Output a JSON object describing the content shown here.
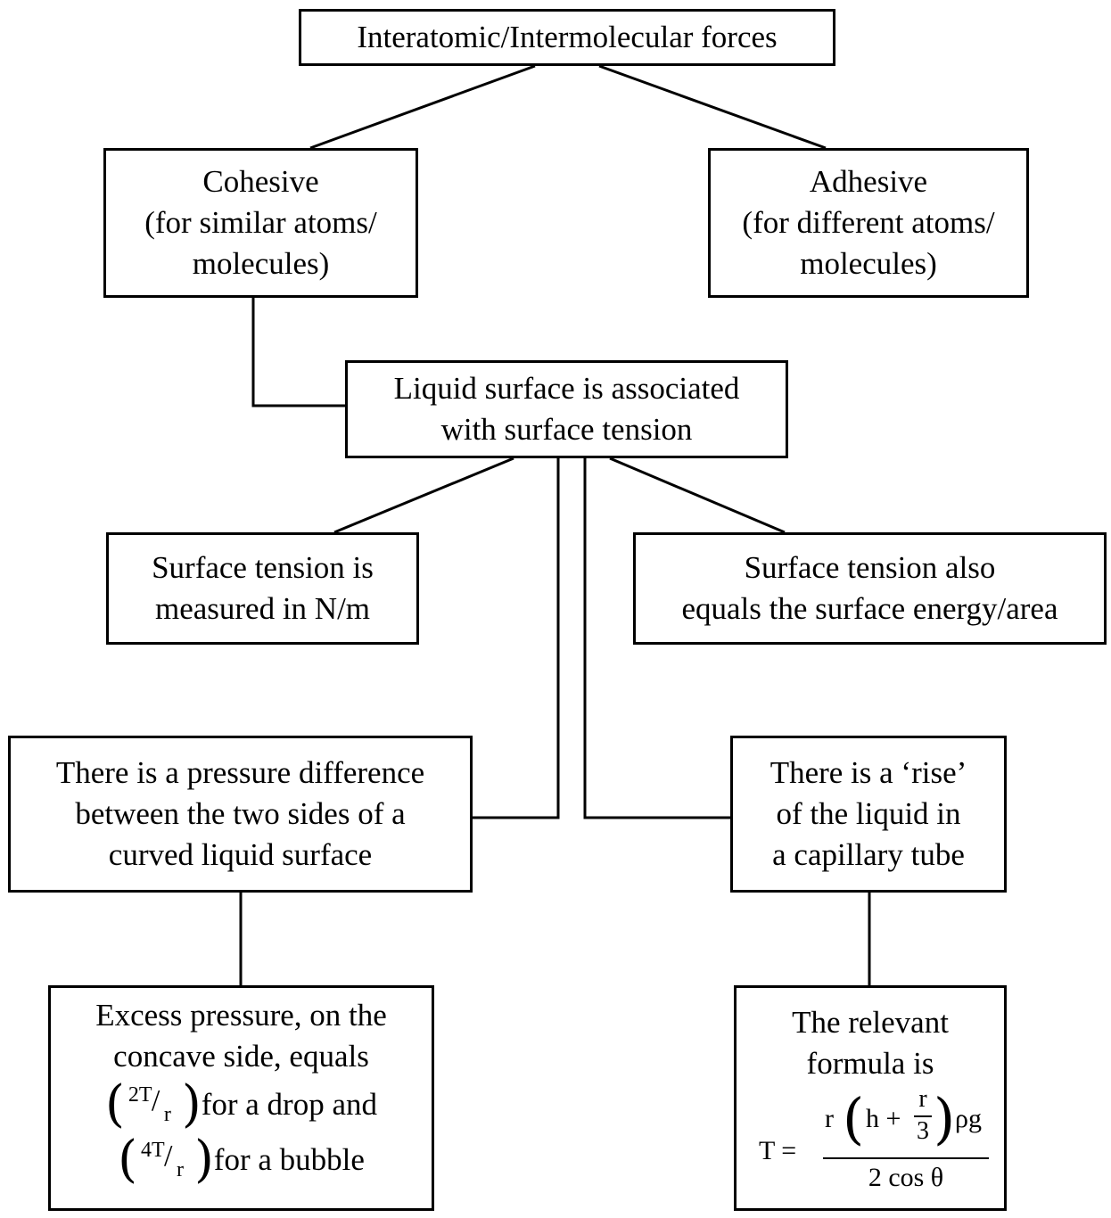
{
  "nodes": {
    "top": {
      "text": "Interatomic/Intermolecular forces"
    },
    "cohesive": {
      "lines": [
        "Cohesive",
        "(for similar atoms/",
        "molecules)"
      ]
    },
    "adhesive": {
      "lines": [
        "Adhesive",
        "(for different atoms/",
        "molecules)"
      ]
    },
    "liquid": {
      "lines": [
        "Liquid surface is associated",
        "with surface tension"
      ]
    },
    "units": {
      "lines": [
        "Surface tension is",
        "measured in N/m"
      ]
    },
    "energy": {
      "lines": [
        "Surface tension also",
        "equals the surface energy/area"
      ]
    },
    "pressure": {
      "lines": [
        "There is a pressure difference",
        "between the two sides of a",
        "curved liquid surface"
      ]
    },
    "rise": {
      "lines": [
        "There is a ‘rise’",
        "of the liquid in",
        "a capillary tube"
      ]
    },
    "excess": {
      "lines": [
        "Excess pressure, on the",
        "concave side, equals"
      ],
      "drop": {
        "numerator": "2T",
        "denominator": "r",
        "suffix": "for a drop and"
      },
      "bubble": {
        "numerator": "4T",
        "denominator": "r",
        "suffix": "for a bubble"
      }
    },
    "formula": {
      "lines": [
        "The relevant",
        "formula is"
      ],
      "lhs": "T =",
      "numerator": {
        "r": "r",
        "h_plus": "h +",
        "frac_num": "r",
        "frac_den": "3",
        "rho_g": "ρg"
      },
      "denominator": "2 cos θ"
    }
  }
}
